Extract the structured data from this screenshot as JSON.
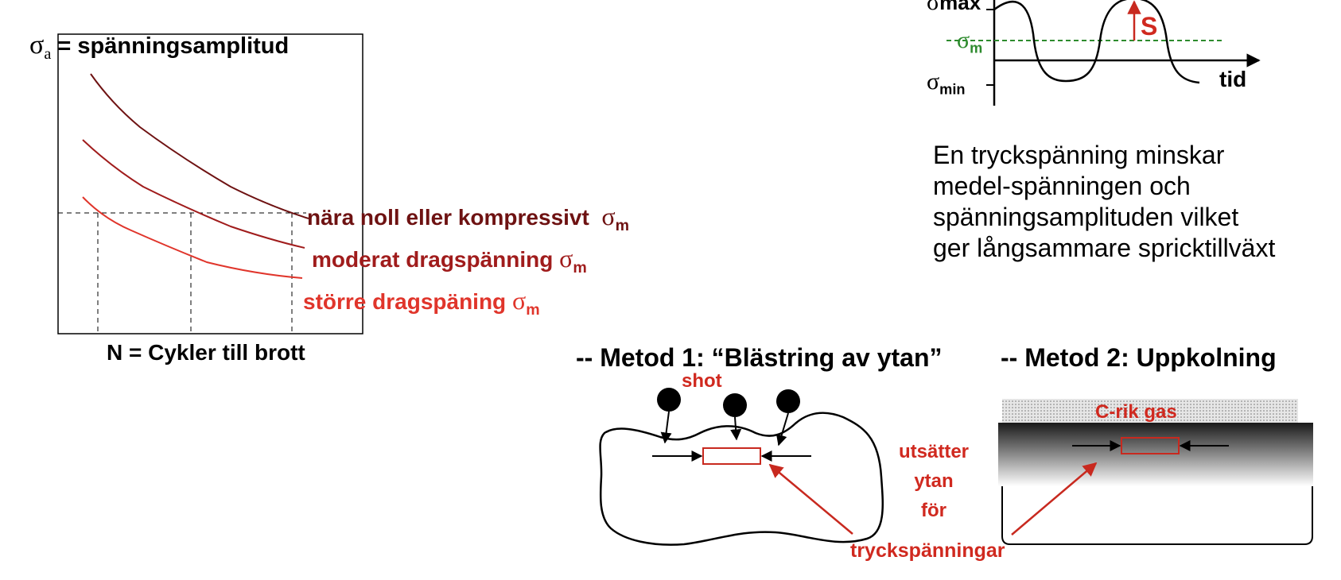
{
  "sn_plot": {
    "ylabel_symbol": "σ",
    "ylabel_sub": "a",
    "ylabel_text": " = spänningsamplitud",
    "xlabel": "N = Cykler till brott",
    "curves": [
      {
        "label": "nära noll eller kompressivt",
        "symbol": "σ",
        "sub": "m",
        "color": "#6e1212"
      },
      {
        "label": "moderat dragspänning",
        "symbol": "σ",
        "sub": "m",
        "color": "#a01c1c"
      },
      {
        "label": "större dragspäning",
        "symbol": "σ",
        "sub": "m",
        "color": "#e0352b"
      }
    ]
  },
  "wave": {
    "max_label": "σ",
    "max_sub": "max",
    "mean_label": "σ",
    "mean_sub": "m",
    "min_label": "σ",
    "min_sub": "min",
    "time_label": "tid",
    "s_label": "S"
  },
  "explanation": [
    "En tryckspänning minskar",
    "medel-spänningen och",
    "spänningsamplituden vilket",
    "ger långsammare spricktillväxt"
  ],
  "method1": {
    "title": "-- Metod 1: “Blästring av ytan”",
    "shot_label": "shot"
  },
  "method2": {
    "title": "-- Metod 2:  Uppkolning",
    "gas_label": "C-rik gas"
  },
  "middle_labels": [
    "utsätter",
    "ytan",
    "för"
  ],
  "bottom_label": "tryckspänningar",
  "colors": {
    "curve_dark": "#6e1212",
    "curve_mid": "#a01c1c",
    "curve_light": "#e0352b",
    "accent_red": "#d0291f",
    "mean_green": "#2e8b2e"
  }
}
